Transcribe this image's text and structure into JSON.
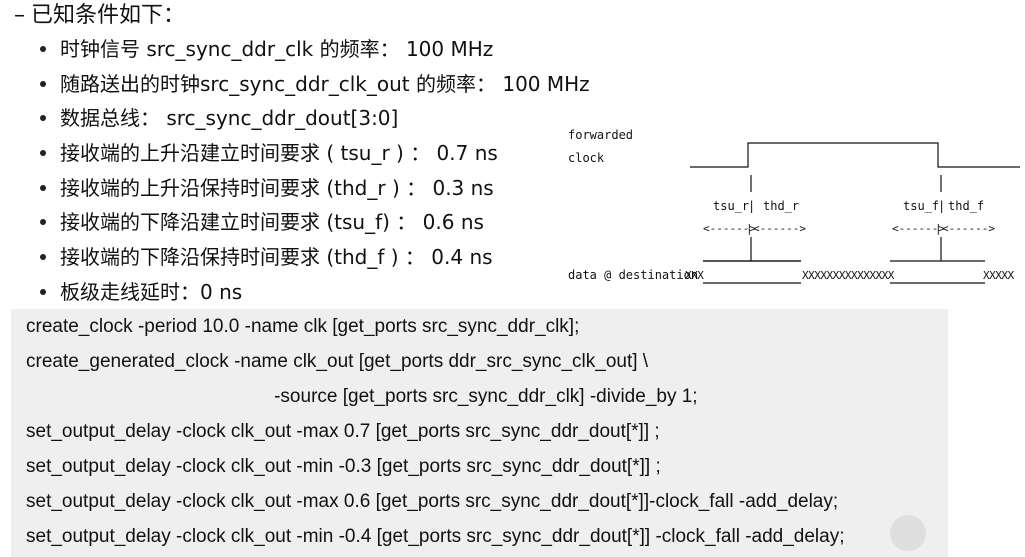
{
  "heading": {
    "dash": "–",
    "text": "已知条件如下："
  },
  "bullets": [
    "时钟信号 src_sync_ddr_clk 的频率： 100 MHz",
    "随路送出的时钟src_sync_ddr_clk_out 的频率： 100 MHz",
    "数据总线： src_sync_ddr_dout[3:0]",
    "接收端的上升沿建立时间要求 ( tsu_r ) ： 0.7 ns",
    "接收端的上升沿保持时间要求 (thd_r ) ： 0.3 ns",
    "接收端的下降沿建立时间要求 (tsu_f) ： 0.6 ns",
    "接收端的下降沿保持时间要求 (thd_f ) ： 0.4 ns",
    "板级走线延时：0 ns"
  ],
  "code": [
    "create_clock -period 10.0    -name clk [get_ports src_sync_ddr_clk];",
    "create_generated_clock      -name clk_out    [get_ports ddr_src_sync_clk_out] \\",
    "                                               -source [get_ports src_sync_ddr_clk] -divide_by 1;",
    "set_output_delay -clock clk_out -max 0.7 [get_ports src_sync_ddr_dout[*]] ;",
    "set_output_delay -clock clk_out -min -0.3 [get_ports src_sync_ddr_dout[*]] ;",
    "set_output_delay -clock clk_out -max 0.6 [get_ports src_sync_ddr_dout[*]]-clock_fall -add_delay;",
    "set_output_delay -clock clk_out -min -0.4 [get_ports src_sync_ddr_dout[*]] -clock_fall -add_delay;"
  ],
  "diagram": {
    "clock_label_1": "forwarded",
    "clock_label_2": "clock",
    "tsu_r": "tsu_r",
    "thd_r": "thd_r",
    "tsu_f": "tsu_f",
    "thd_f": "thd_f",
    "arrow_left": "<------>",
    "arrow_right": "<------>",
    "data_label": "data @ destination",
    "data_x1": "XXX",
    "data_x2": "XXXXXXXXXXXXXXX",
    "data_x3": "XXXXX"
  }
}
